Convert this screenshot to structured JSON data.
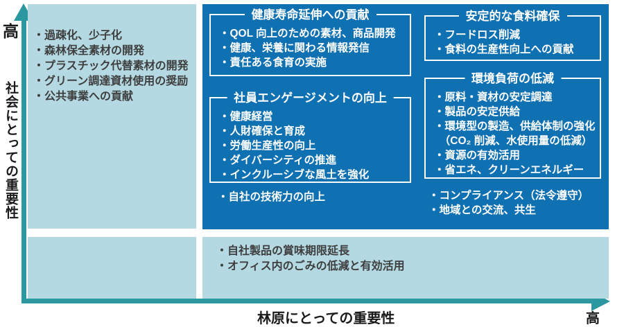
{
  "axes": {
    "y_label": "社会にとっての重要性",
    "y_high": "高",
    "x_label": "林原にとっての重要性",
    "x_high": "高"
  },
  "palette": {
    "dark_blue": "#0f70b2",
    "light_blue": "#b5d9e2",
    "teal_axis": "#2b98a1",
    "box_border": "#ffffff",
    "gray_text": "#3e3e3e"
  },
  "matrix": {
    "top_left": {
      "items": [
        "・過疎化、少子化",
        "・森林保全素材の開発",
        "・プラスチック代替素材の開発",
        "・グリーン調達資材使用の奨励",
        "・公共事業への貢献"
      ]
    },
    "main": {
      "groups": [
        {
          "title": "健康寿命延伸への貢献",
          "items": [
            "・QOL 向上のための素材、商品開発",
            "・健康、栄養に関わる情報発信",
            "・責任ある食育の実施"
          ]
        },
        {
          "title": "社員エンゲージメントの向上",
          "items": [
            "・健康経営",
            "・人財確保と育成",
            "・労働生産性の向上",
            "・ダイバーシティの推進",
            "・インクルーシブな風土を強化"
          ]
        },
        {
          "title": "安定的な食料確保",
          "items": [
            "・フードロス削減",
            "・食料の生産性向上への貢献"
          ]
        },
        {
          "title": "環境負荷の低減",
          "items": [
            "・原料・資材の安定調達",
            "・製品の安定供給",
            "・環境型の製造、供給体制の強化",
            "　（CO₂ 削減、水使用量の低減）",
            "・資源の有効活用",
            "・省エネ、クリーンエネルギー"
          ]
        }
      ],
      "loose_items_middle": [
        "・自社の技術力の向上"
      ],
      "loose_items_right": [
        "・コンプライアンス（法令遵守）",
        "・地域との交流、共生"
      ]
    },
    "bottom_band": {
      "items": [
        "・自社製品の賞味期限延長",
        "・オフィス内のごみの低減と有効活用"
      ]
    }
  }
}
